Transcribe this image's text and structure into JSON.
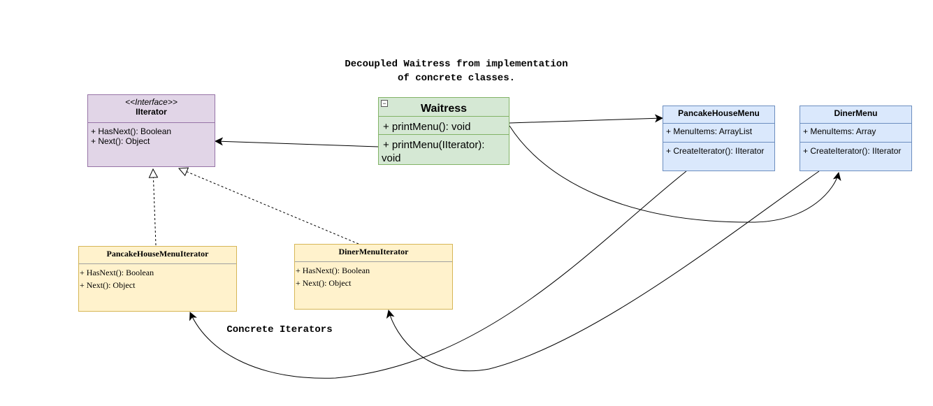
{
  "notes": {
    "title_line1": "Decoupled Waitress from implementation",
    "title_line2": "of concrete classes.",
    "concrete_iterators": "Concrete Iterators"
  },
  "iterator_interface": {
    "stereotype": "<<Interface>>",
    "name": "IIterator",
    "methods": [
      "+ HasNext(): Boolean",
      "+ Next(): Object"
    ],
    "color": "#e1d5e7"
  },
  "waitress": {
    "name": "Waitress",
    "collapse_glyph": "−",
    "methods": [
      "+ printMenu(): void",
      "+ printMenu(IIterator):",
      "void"
    ],
    "color": "#d5e8d4"
  },
  "pancake_house_menu": {
    "name": "PancakeHouseMenu",
    "attributes": [
      "+ MenuItems: ArrayList"
    ],
    "methods": [
      "+ CreateIterator(): IIterator"
    ],
    "color": "#dae8fc"
  },
  "diner_menu": {
    "name": "DinerMenu",
    "attributes": [
      "+ MenuItems: Array"
    ],
    "methods": [
      "+ CreateIterator(): IIterator"
    ],
    "color": "#dae8fc"
  },
  "pancake_house_menu_iterator": {
    "name": "PancakeHouseMenuIterator",
    "methods": [
      "+ HasNext(): Boolean",
      "+ Next(): Object"
    ],
    "color": "#fff2cc"
  },
  "diner_menu_iterator": {
    "name": "DinerMenuIterator",
    "methods": [
      "+ HasNext(): Boolean",
      "+ Next(): Object"
    ],
    "color": "#fff2cc"
  }
}
